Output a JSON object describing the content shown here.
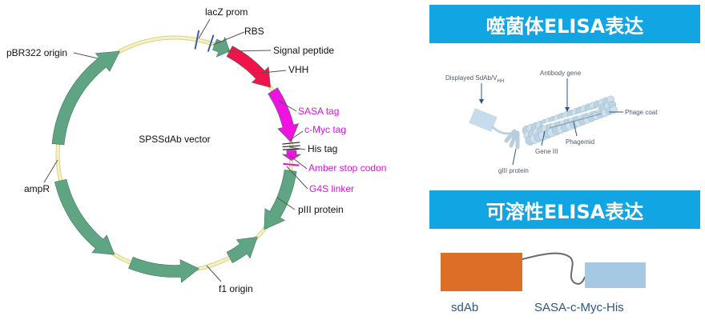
{
  "vector": {
    "name": "SPSSdAb vector",
    "features": {
      "lacz": "lacZ prom",
      "rbs": "RBS",
      "signal": "Signal peptide",
      "vhh": "VHH",
      "sasa": "SASA tag",
      "cmyc": "c-Myc tag",
      "his": "His tag",
      "amber": "Amber stop codon",
      "g4s": "G4S linker",
      "piii": "pIII protein",
      "f1": "f1 origin",
      "ampr": "ampR",
      "pbr": "pBR322 origin"
    }
  },
  "phage_section": {
    "title": "噬菌体ELISA表达",
    "labels": {
      "displayed": "Displayed SdAb/V",
      "displayed_sub": "HH",
      "antibody_gene": "Antibody gene",
      "phage_coat": "Phage coat",
      "phagemid": "Phagemid",
      "gene3": "Gene III",
      "g3p": "gIII protein"
    }
  },
  "soluble_section": {
    "title": "可溶性ELISA表达",
    "sdab_label": "sdAb",
    "tag_label": "SASA-c-Myc-His"
  },
  "colors": {
    "backbone": "#eeeaa8",
    "green": "#5fa583",
    "red": "#f0144a",
    "magenta": "#f012e0",
    "banner": "#12a5e3",
    "sdab_box": "#dc6e28",
    "tag_box": "#a5c8e3"
  }
}
